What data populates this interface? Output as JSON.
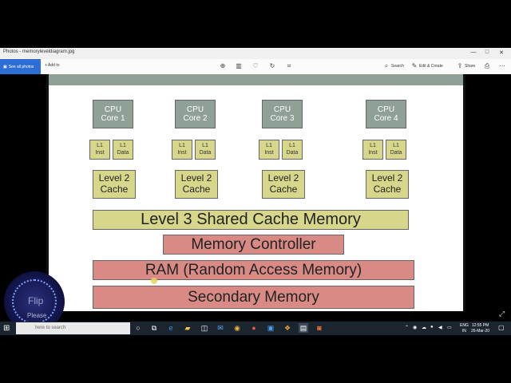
{
  "window": {
    "title": "Photos - memoryleveldiagram.jpg",
    "controls": [
      "—",
      "□",
      "✕"
    ]
  },
  "toolbar": {
    "see_all_label": "See all photos",
    "add_to_label": "Add to",
    "search_label": "Search",
    "edit_create_label": "Edit & Create",
    "share_label": "Share",
    "icons": [
      "zoom-icon",
      "delete-icon",
      "heart-icon",
      "rotate-icon",
      "crop-icon",
      "search-icon",
      "edit-icon",
      "share-icon",
      "print-icon",
      "more-icon"
    ]
  },
  "diagram": {
    "cores": [
      {
        "cpu": "CPU\nCore 1",
        "l1_inst": "L1\nInst",
        "l1_data": "L1\nData",
        "l2": "Level 2\nCache"
      },
      {
        "cpu": "CPU\nCore 2",
        "l1_inst": "L1\nInst",
        "l1_data": "L1\nData",
        "l2": "Level 2\nCache"
      },
      {
        "cpu": "CPU\nCore 3",
        "l1_inst": "L1\nInst",
        "l1_data": "L1\nData",
        "l2": "Level 2\nCache"
      },
      {
        "cpu": "CPU\nCore 4",
        "l1_inst": "L1\nInst",
        "l1_data": "L1\nData",
        "l2": "Level 2\nCache"
      }
    ],
    "l3": "Level 3 Shared Cache Memory",
    "memory_controller": "Memory Controller",
    "ram": "RAM (Random Access Memory)",
    "secondary": "Secondary Memory"
  },
  "overlay": {
    "line1": "Flip",
    "line2": "Please"
  },
  "taskbar": {
    "search_placeholder": "here to search",
    "language_line1": "ENG",
    "language_line2": "IN",
    "time": "12:55 PM",
    "date": "26-Mar-20"
  },
  "colors": {
    "cpu": "#8fa096",
    "cache": "#d7d78c",
    "memory": "#d98a85",
    "accent": "#2d6ed6"
  }
}
